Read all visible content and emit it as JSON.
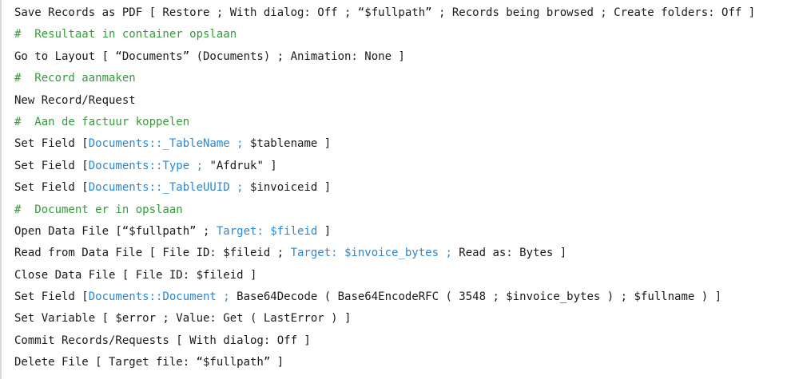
{
  "editor": {
    "background": "#ffffff",
    "border_color": "#d8d8d8",
    "colors": {
      "plain": "#1a1a1c",
      "comment": "#379a3d",
      "field": "#2e87d2"
    },
    "language": "filemaker-script",
    "lines": [
      {
        "segments": [
          {
            "c": "plain",
            "t": "Save Records as PDF [ Restore ; With dialog: Off ; “$fullpath” ; Records being browsed ; Create folders: Off ]"
          }
        ]
      },
      {
        "segments": [
          {
            "c": "comment",
            "t": "#  Resultaat in container opslaan"
          }
        ]
      },
      {
        "segments": [
          {
            "c": "plain",
            "t": "Go to Layout [ “Documents” (Documents) ; Animation: None ]"
          }
        ]
      },
      {
        "segments": [
          {
            "c": "comment",
            "t": "#  Record aanmaken"
          }
        ]
      },
      {
        "segments": [
          {
            "c": "plain",
            "t": "New Record/Request"
          }
        ]
      },
      {
        "segments": [
          {
            "c": "comment",
            "t": "#  Aan de factuur koppelen"
          }
        ]
      },
      {
        "segments": [
          {
            "c": "plain",
            "t": "Set Field ["
          },
          {
            "c": "field",
            "t": "Documents::_TableName ;"
          },
          {
            "c": "plain",
            "t": " $tablename ]"
          }
        ]
      },
      {
        "segments": [
          {
            "c": "plain",
            "t": "Set Field ["
          },
          {
            "c": "field",
            "t": "Documents::Type ;"
          },
          {
            "c": "plain",
            "t": " \"Afdruk\" ]"
          }
        ]
      },
      {
        "segments": [
          {
            "c": "plain",
            "t": "Set Field ["
          },
          {
            "c": "field",
            "t": "Documents::_TableUUID ;"
          },
          {
            "c": "plain",
            "t": " $invoiceid ]"
          }
        ]
      },
      {
        "segments": [
          {
            "c": "comment",
            "t": "#  Document er in opslaan"
          }
        ]
      },
      {
        "segments": [
          {
            "c": "plain",
            "t": "Open Data File [“$fullpath” ; "
          },
          {
            "c": "field",
            "t": "Target: $fileid"
          },
          {
            "c": "plain",
            "t": " ]"
          }
        ]
      },
      {
        "segments": [
          {
            "c": "plain",
            "t": "Read from Data File [ File ID: $fileid ; "
          },
          {
            "c": "field",
            "t": "Target: $invoice_bytes ;"
          },
          {
            "c": "plain",
            "t": " Read as: Bytes ]"
          }
        ]
      },
      {
        "segments": [
          {
            "c": "plain",
            "t": "Close Data File [ File ID: $fileid ]"
          }
        ]
      },
      {
        "segments": [
          {
            "c": "plain",
            "t": "Set Field ["
          },
          {
            "c": "field",
            "t": "Documents::Document ;"
          },
          {
            "c": "plain",
            "t": " Base64Decode ( Base64EncodeRFC ( 3548 ; $invoice_bytes ) ; $fullname ) ]"
          }
        ]
      },
      {
        "segments": [
          {
            "c": "plain",
            "t": "Set Variable [ $error ; Value: Get ( LastError ) ]"
          }
        ]
      },
      {
        "segments": [
          {
            "c": "plain",
            "t": "Commit Records/Requests [ With dialog: Off ]"
          }
        ]
      },
      {
        "segments": [
          {
            "c": "plain",
            "t": "Delete File [ Target file: “$fullpath” ]"
          }
        ]
      }
    ]
  }
}
